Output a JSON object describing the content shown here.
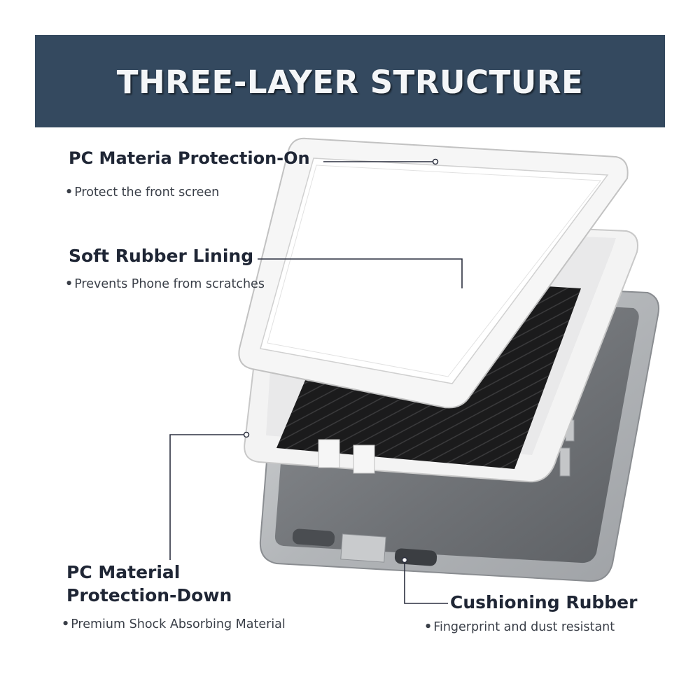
{
  "banner": {
    "title": "THREE-LAYER STRUCTURE"
  },
  "callouts": {
    "pc_on": {
      "title": "PC Materia Protection-On",
      "desc": "Protect the front screen"
    },
    "soft_rubber": {
      "title": "Soft Rubber Lining",
      "desc": "Prevents Phone from scratches"
    },
    "pc_down": {
      "title_line1": "PC Material",
      "title_line2": "Protection-Down",
      "desc": "Premium Shock Absorbing Material"
    },
    "cushioning": {
      "title": "Cushioning Rubber",
      "desc": "Fingerprint and dust resistant"
    }
  },
  "bullet": "•",
  "colors": {
    "banner_bg": "#34495f",
    "text_dark": "#1f2635",
    "leader_line": "#2d3140",
    "frame_white": "#f4f4f4",
    "lining_black": "#1c1c1c",
    "shell_silver": "#b9bcbf"
  }
}
